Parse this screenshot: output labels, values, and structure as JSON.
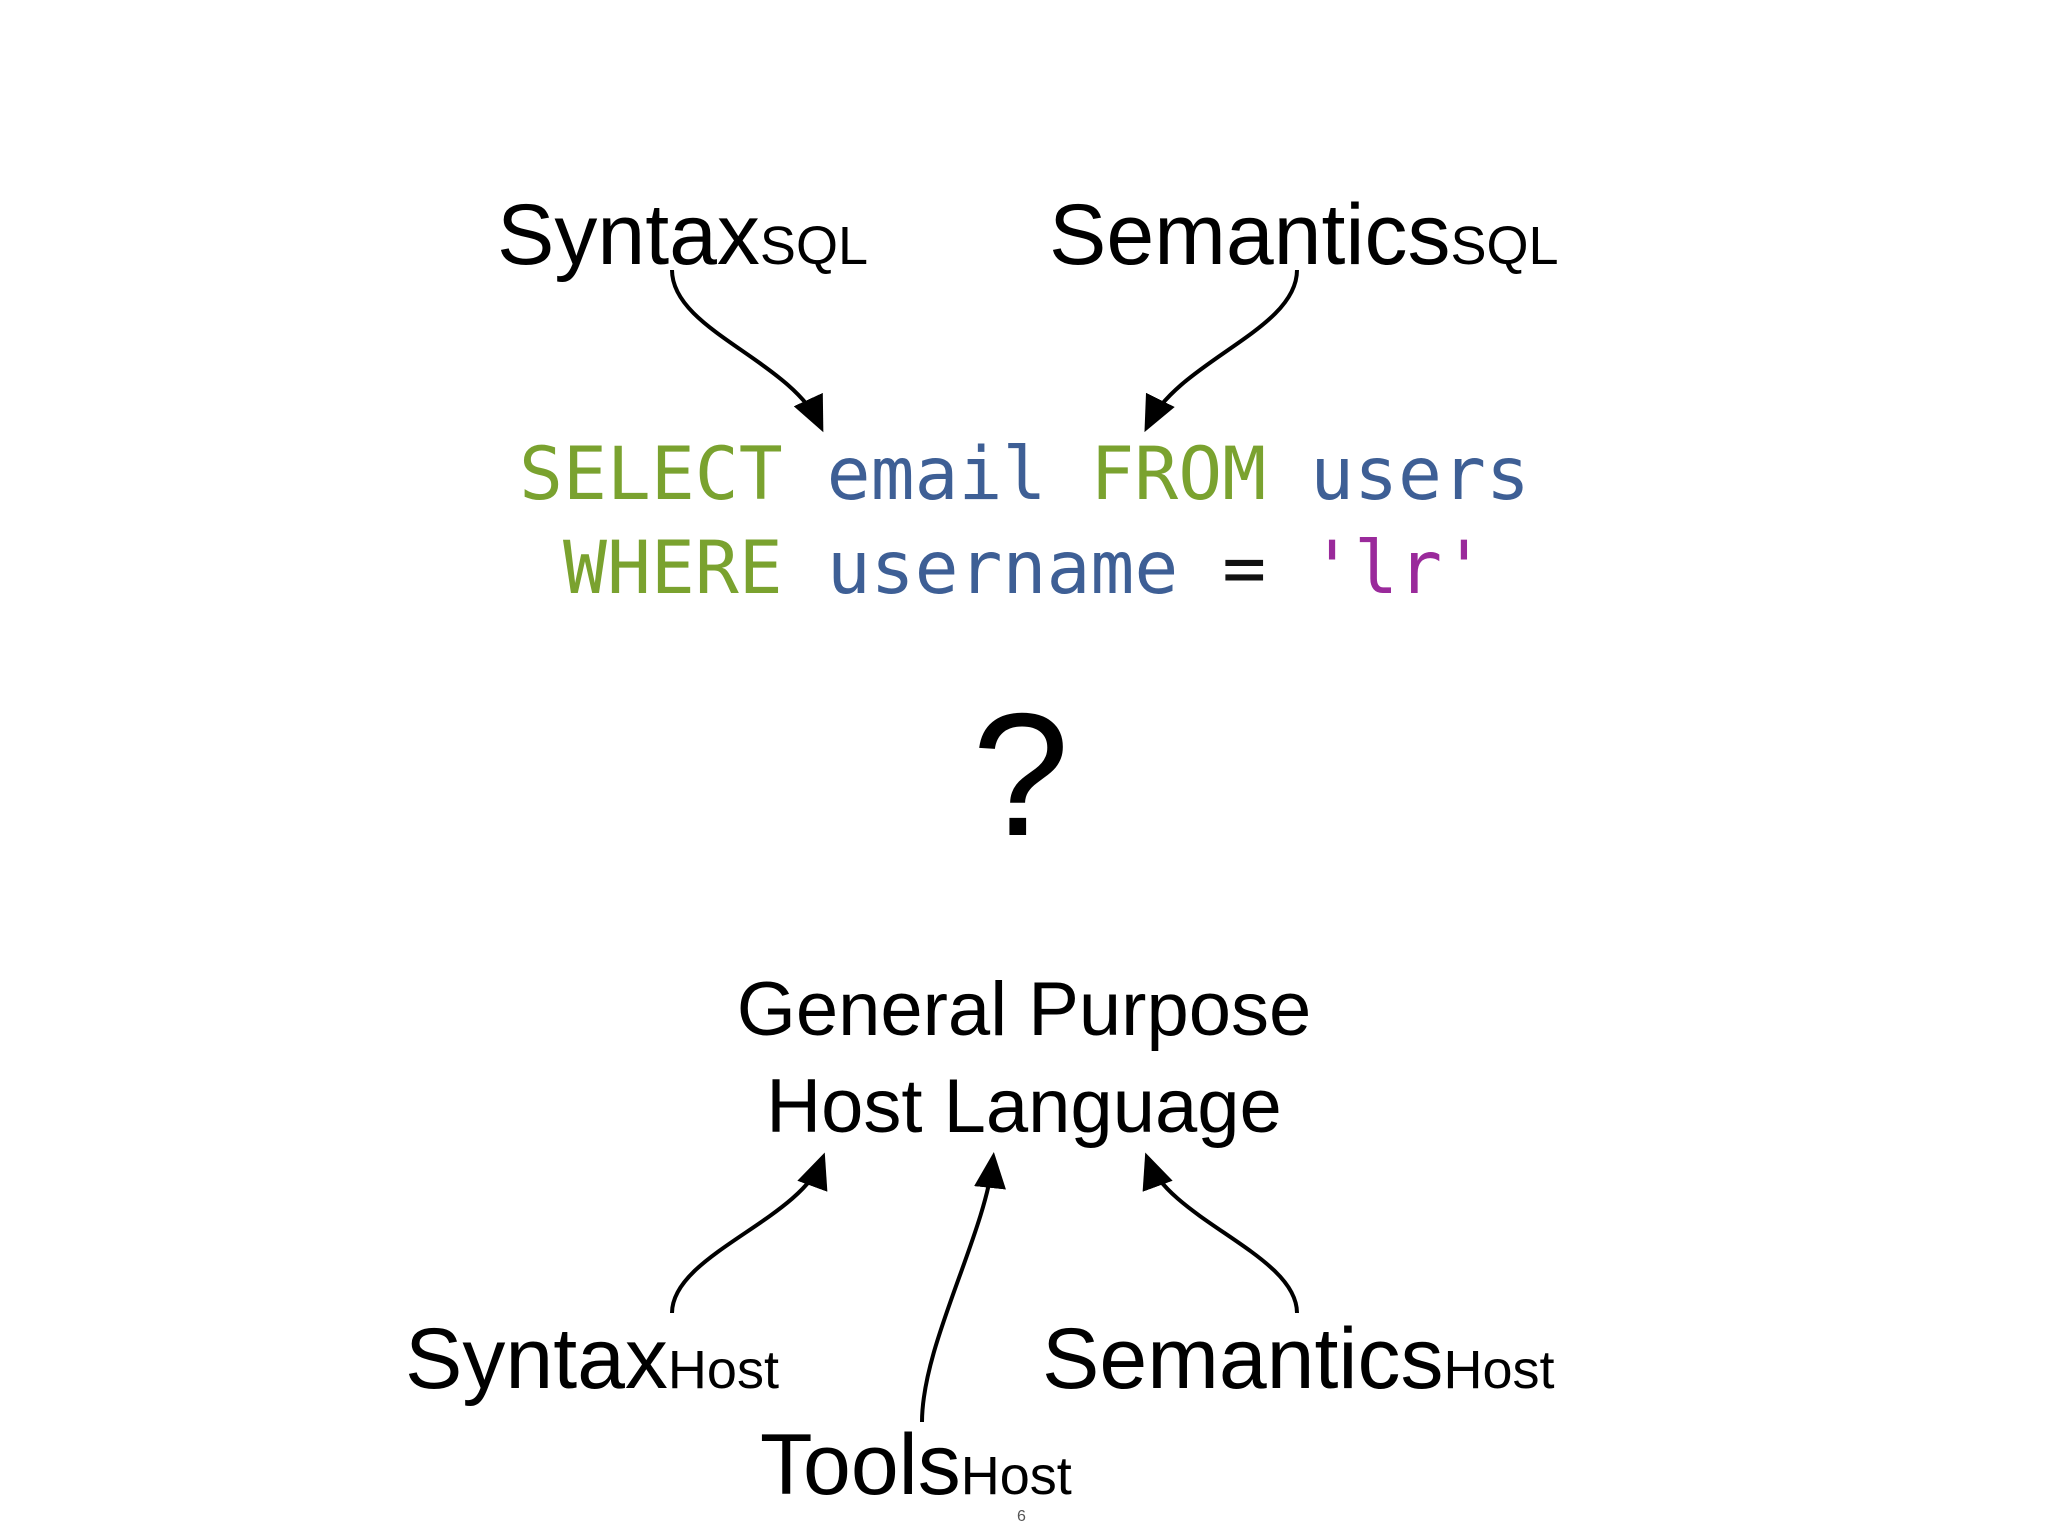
{
  "top_labels": {
    "syntax": {
      "main": "Syntax",
      "sub": "SQL"
    },
    "semantics": {
      "main": "Semantics",
      "sub": "SQL"
    }
  },
  "code": {
    "line1": [
      {
        "text": "SELECT",
        "kind": "keyword"
      },
      {
        "text": " ",
        "kind": "space"
      },
      {
        "text": "email",
        "kind": "identifier"
      },
      {
        "text": " ",
        "kind": "space"
      },
      {
        "text": "FROM",
        "kind": "keyword"
      },
      {
        "text": " ",
        "kind": "space"
      },
      {
        "text": "users",
        "kind": "identifier"
      }
    ],
    "line2": [
      {
        "text": "WHERE",
        "kind": "keyword"
      },
      {
        "text": " ",
        "kind": "space"
      },
      {
        "text": "username",
        "kind": "identifier"
      },
      {
        "text": " ",
        "kind": "space"
      },
      {
        "text": "=",
        "kind": "operator"
      },
      {
        "text": " ",
        "kind": "space"
      },
      {
        "text": "'lr'",
        "kind": "string"
      }
    ]
  },
  "colors": {
    "keyword": "#7aa22f",
    "identifier": "#3e5f95",
    "operator": "#111111",
    "string": "#9a2a9b"
  },
  "question": "?",
  "host": {
    "line1": "General Purpose",
    "line2": "Host Language"
  },
  "bottom_labels": {
    "syntax": {
      "main": "Syntax",
      "sub": "Host"
    },
    "semantics": {
      "main": "Semantics",
      "sub": "Host"
    },
    "tools": {
      "main": "Tools",
      "sub": "Host"
    }
  },
  "page_number": "6"
}
